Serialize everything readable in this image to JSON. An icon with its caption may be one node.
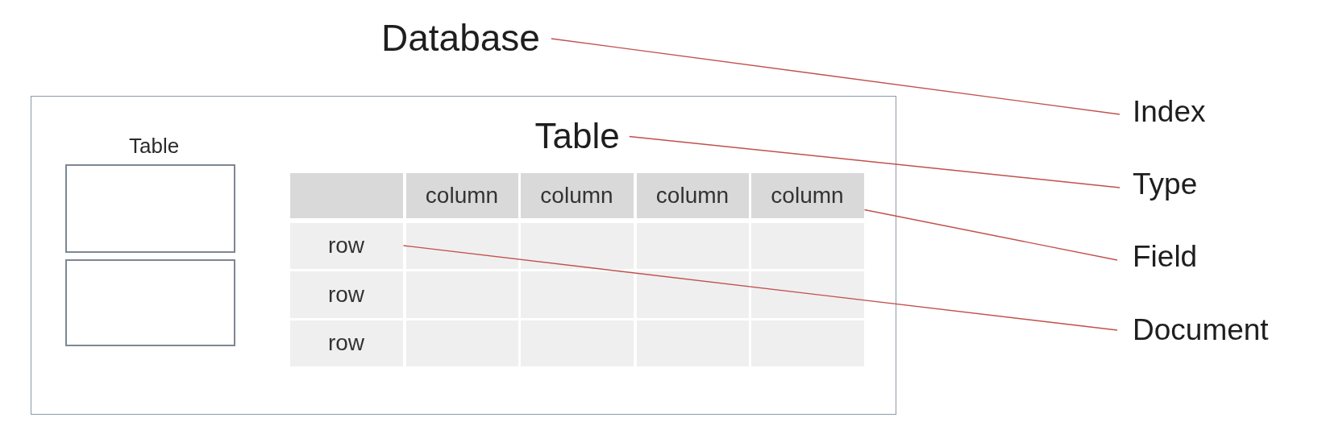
{
  "diagram": {
    "nodes": [
      {
        "text": [
          "Database"
        ]
      },
      {
        "text": [],
        "shape": "box"
      },
      {
        "text": [],
        "shape": "box",
        "in": 1
      },
      {
        "text": [],
        "shape": "box",
        "in": 1
      },
      {
        "text": [
          "Table"
        ],
        "in": 1
      },
      {
        "text": [],
        "shape": "box",
        "in": 1
      },
      {
        "text": [
          "column"
        ],
        "in": 1
      },
      {
        "text": [
          "column"
        ],
        "in": 1
      },
      {
        "text": [
          "column"
        ],
        "in": 1
      },
      {
        "text": [
          "column"
        ],
        "in": 1
      },
      {
        "text": [
          "row"
        ],
        "in": 1
      },
      {
        "text": [],
        "shape": "box",
        "in": 1
      },
      {
        "text": [],
        "shape": "box",
        "in": 1
      },
      {
        "text": [],
        "shape": "box",
        "in": 1
      },
      {
        "text": [],
        "shape": "box",
        "in": 1
      },
      {
        "text": [
          "row"
        ],
        "in": 1
      },
      {
        "text": [],
        "shape": "box",
        "in": 1
      },
      {
        "text": [],
        "shape": "box",
        "in": 1
      },
      {
        "text": [],
        "shape": "box",
        "in": 1
      },
      {
        "text": [],
        "shape": "box",
        "in": 1
      },
      {
        "text": [
          "row"
        ],
        "in": 1
      },
      {
        "text": [],
        "shape": "box",
        "in": 1
      },
      {
        "text": [],
        "shape": "box",
        "in": 1
      },
      {
        "text": [],
        "shape": "box",
        "in": 1
      },
      {
        "text": [],
        "shape": "box",
        "in": 1
      },
      {
        "text": [
          "Index"
        ]
      },
      {
        "text": [
          "Type"
        ]
      },
      {
        "text": [
          "Field"
        ]
      },
      {
        "text": [
          "Document"
        ]
      }
    ],
    "edges": [
      {
        "from": 0,
        "to": 25,
        "arrow": "none"
      },
      {
        "from": 4,
        "to": 26,
        "arrow": "none"
      },
      {
        "from": 9,
        "to": 27,
        "arrow": "none"
      },
      {
        "from": 10,
        "to": 28,
        "arrow": "none"
      }
    ],
    "labels": [
      "Table"
    ]
  }
}
